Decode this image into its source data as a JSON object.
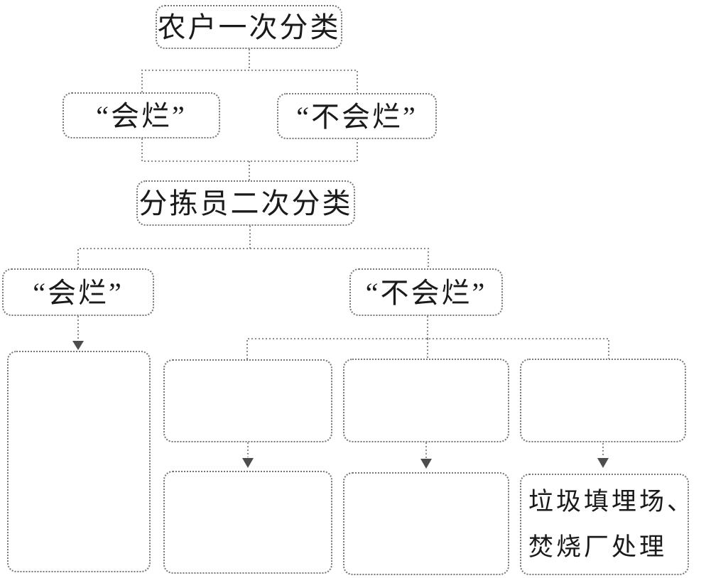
{
  "diagram": {
    "type": "flowchart",
    "language": "zh-CN",
    "background": "#ffffff",
    "colors": {
      "box_border": "#757575",
      "connector_line": "#7d7d7d",
      "arrowhead": "#4d4d4d",
      "text": "#1a1a1a"
    },
    "nodes": {
      "farmer_primary": {
        "label": "农户一次分类"
      },
      "will_rot_l2": {
        "label": "“会烂”"
      },
      "wont_rot_l2": {
        "label": "“不会烂”"
      },
      "sorter_secondary": {
        "label": "分拣员二次分类"
      },
      "will_rot_l3": {
        "label": "“会烂”"
      },
      "wont_rot_l3": {
        "label": "“不会烂”"
      },
      "landfill": {
        "lines": [
          "垃圾填埋场、",
          "焚烧厂处理"
        ]
      }
    },
    "empty_box_count": 6
  }
}
